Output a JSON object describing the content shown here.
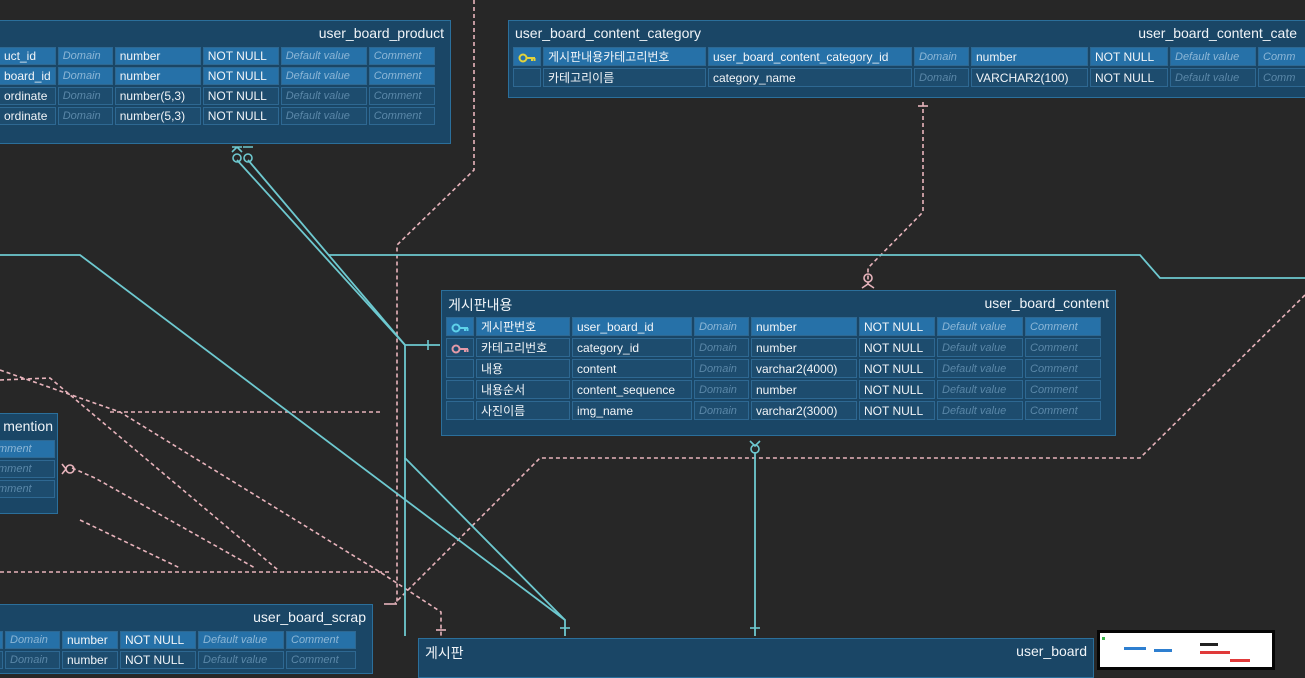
{
  "tables": {
    "user_board_product": {
      "physical": "user_board_product",
      "rows": [
        {
          "col": "uct_id",
          "domain": "Domain",
          "type": "number",
          "null": "NOT NULL",
          "default": "Default value",
          "comment": "Comment"
        },
        {
          "col": "board_id",
          "domain": "Domain",
          "type": "number",
          "null": "NOT NULL",
          "default": "Default value",
          "comment": "Comment"
        },
        {
          "col": "ordinate",
          "domain": "Domain",
          "type": "number(5,3)",
          "null": "NOT NULL",
          "default": "Default value",
          "comment": "Comment"
        },
        {
          "col": "ordinate",
          "domain": "Domain",
          "type": "number(5,3)",
          "null": "NOT NULL",
          "default": "Default value",
          "comment": "Comment"
        }
      ]
    },
    "user_board_content_category": {
      "physical": "user_board_content_category",
      "rows": [
        {
          "logical": "게시판내용카테고리번호",
          "col": "user_board_content_category_id",
          "domain": "Domain",
          "type": "number",
          "null": "NOT NULL",
          "default": "Default value",
          "comment": "Comm"
        },
        {
          "logical": "카테고리이름",
          "col": "category_name",
          "domain": "Domain",
          "type": "VARCHAR2(100)",
          "null": "NOT NULL",
          "default": "Default value",
          "comment": "Comm"
        }
      ]
    },
    "user_board_content_cate": {
      "physical": "user_board_content_cate"
    },
    "user_board_content": {
      "logical": "게시판내용",
      "physical": "user_board_content",
      "rows": [
        {
          "logical": "게시판번호",
          "col": "user_board_id",
          "domain": "Domain",
          "type": "number",
          "null": "NOT NULL",
          "default": "Default value",
          "comment": "Comment"
        },
        {
          "logical": "카테고리번호",
          "col": "category_id",
          "domain": "Domain",
          "type": "number",
          "null": "NOT NULL",
          "default": "Default value",
          "comment": "Comment"
        },
        {
          "logical": "내용",
          "col": "content",
          "domain": "Domain",
          "type": "varchar2(4000)",
          "null": "NOT NULL",
          "default": "Default value",
          "comment": "Comment"
        },
        {
          "logical": "내용순서",
          "col": "content_sequence",
          "domain": "Domain",
          "type": "number",
          "null": "NOT NULL",
          "default": "Default value",
          "comment": "Comment"
        },
        {
          "logical": "사진이름",
          "col": "img_name",
          "domain": "Domain",
          "type": "varchar2(3000)",
          "null": "NOT NULL",
          "default": "Default value",
          "comment": "Comment"
        }
      ]
    },
    "mention": {
      "physical": "mention",
      "rows": [
        {
          "comment": "mment"
        },
        {
          "comment": "mment"
        },
        {
          "comment": "mment"
        }
      ]
    },
    "user_board_scrap": {
      "physical": "user_board_scrap",
      "rows": [
        {
          "domain": "Domain",
          "type": "number",
          "null": "NOT NULL",
          "default": "Default value",
          "comment": "Comment"
        },
        {
          "domain": "Domain",
          "type": "number",
          "null": "NOT NULL",
          "default": "Default value",
          "comment": "Comment"
        }
      ]
    },
    "user_board": {
      "logical": "게시판",
      "physical": "user_board"
    }
  },
  "colors": {
    "background": "#272727",
    "table_fill": "#1a4666",
    "selected_row": "#2671a8",
    "identifying_link": "#6ec9d0",
    "non_identifying_link": "#e8b4bc",
    "primary_key_icon": "#e3d33a",
    "primary_foreign_key_icon": "#5ed2ea",
    "foreign_key_icon": "#e39aa8"
  }
}
